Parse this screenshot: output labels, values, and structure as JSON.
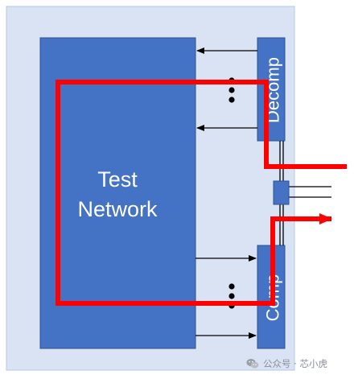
{
  "diagram": {
    "test_network_line1": "Test",
    "test_network_line2": "Network",
    "decomp_label": "Decomp",
    "comp_label": "Comp",
    "colors": {
      "background_panel": "#dae3f3",
      "panel_border": "#b4c7e7",
      "block_fill": "#4472c4",
      "block_border": "#2f528f",
      "scan_path": "#ff0000",
      "arrows": "#000000"
    }
  },
  "watermark": {
    "text": "公众号 · 芯小虎",
    "icon": "wechat-icon"
  }
}
